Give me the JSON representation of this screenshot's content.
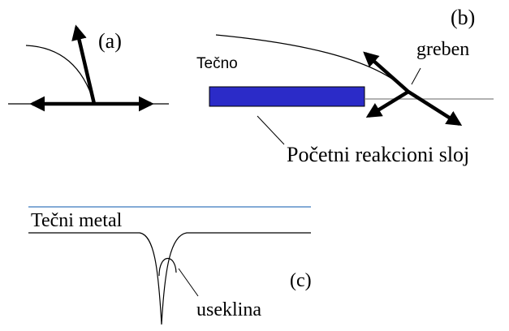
{
  "panel_a": {
    "label": "(a)"
  },
  "panel_b": {
    "label": "(b)",
    "liquid_label": "Tečno",
    "ridge_label": "greben",
    "layer_label": "Početni reakcioni sloj",
    "layer_color": "#2b2bc8"
  },
  "panel_c": {
    "label": "(c)",
    "liquid_metal_label": "Tečni metal",
    "notch_label": "useklina",
    "surface_line_color": "#5b8fc9"
  }
}
